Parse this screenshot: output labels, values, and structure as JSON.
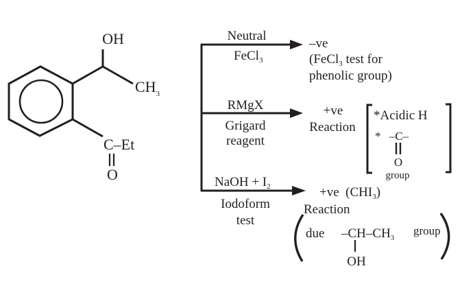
{
  "molecule": {
    "name": "ortho-(1-hydroxyethyl)phenyl ethyl ketone",
    "substituent_top": {
      "oh": "OH",
      "ch3_main": "CH",
      "ch3_sub": "3"
    },
    "substituent_bottom": {
      "c_et": "C–Et",
      "o": "O"
    }
  },
  "branches": [
    {
      "reagent_top": "Neutral",
      "reagent_bottom_main": "FeCl",
      "reagent_bottom_sub": "3",
      "result_line1": "–ve",
      "result_line2_pre": "(FeCl",
      "result_line2_sub": "3",
      "result_line2_post": " test for",
      "result_line3": "phenolic group)"
    },
    {
      "reagent_top": "RMgX",
      "reagent_bottom_line1": "Grigard",
      "reagent_bottom_line2": "reagent",
      "result_line1": "+ve",
      "result_line2": "Reaction",
      "bracket_item1": "*Acidic H",
      "bracket_item2_star": "*",
      "bracket_item2_c": "–C–",
      "bracket_item2_o": "O",
      "bracket_item2_group": "group"
    },
    {
      "reagent_top_main": "NaOH + I",
      "reagent_top_sub": "2",
      "reagent_bottom_line1": "Iodoform",
      "reagent_bottom_line2": "test",
      "result_line1_pre": "+ve  (CHI",
      "result_line1_sub": "3",
      "result_line1_post": ")",
      "result_line2": "Reaction",
      "paren_due": "due",
      "paren_group_main": "–CH–CH",
      "paren_group_sub": "3",
      "paren_group_word": "group",
      "paren_oh": "OH"
    }
  ]
}
